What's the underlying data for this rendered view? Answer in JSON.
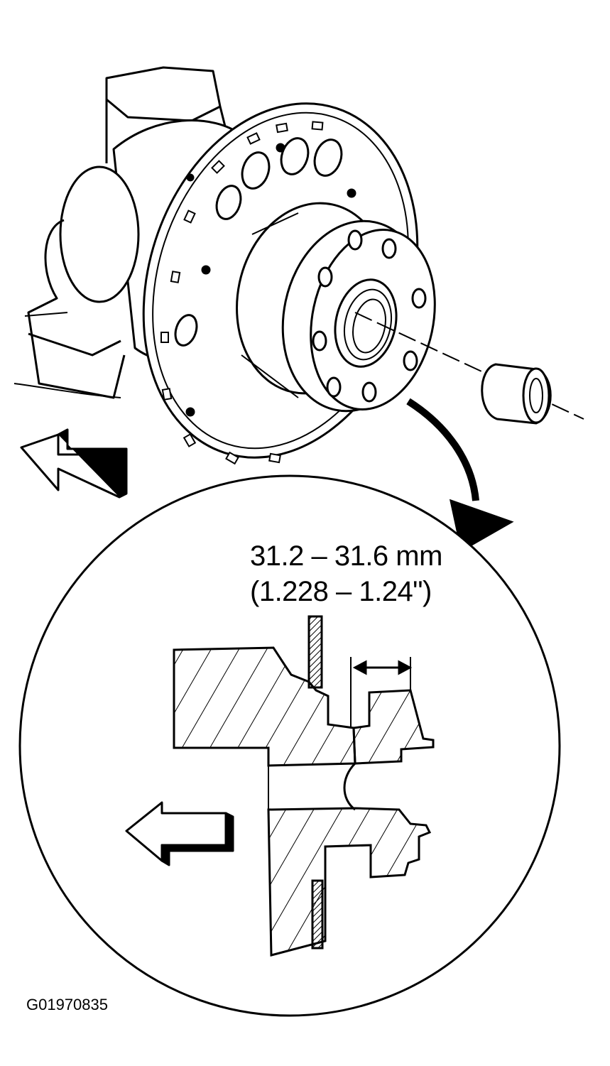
{
  "dimension": {
    "metric": "31.2 – 31.6 mm",
    "imperial": "(1.228 – 1.24\")"
  },
  "figure_id": "G01970835",
  "colors": {
    "ink": "#000000",
    "paper": "#ffffff"
  }
}
